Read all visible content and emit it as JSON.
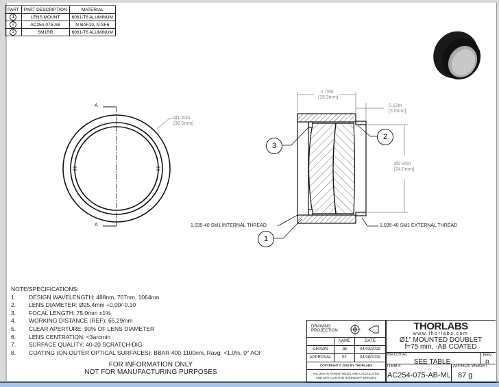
{
  "parts_table": {
    "headers": [
      "PART",
      "PART DESCRIPTION",
      "MATERIAL"
    ],
    "rows": [
      {
        "part": "1",
        "description": "LENS MOUNT",
        "material": "6061-T6 ALUMINUM"
      },
      {
        "part": "2",
        "description": "AC254-075-AB",
        "material": "N-BAF10, N-SF6"
      },
      {
        "part": "3",
        "description": "SM1RR",
        "material": "6061-T6 ALUMINUM"
      }
    ]
  },
  "front_view": {
    "section_label": "A",
    "diameter_in": "Ø1.20in",
    "diameter_mm": "[30.5mm]"
  },
  "section_view": {
    "length_in": "0.76in",
    "length_mm": "[19.3mm]",
    "thread_len_in": "0.12in",
    "thread_len_mm": "[3.0mm]",
    "clear_dia_in": "Ø0.95in",
    "clear_dia_mm": "[24.0mm]",
    "internal_thread": "1.035-40 SM1 INTERNAL THREAD",
    "external_thread": "1.035-40 SM1 EXTERNAL THREAD",
    "callouts": [
      "1",
      "2",
      "3"
    ]
  },
  "notes": {
    "title": "NOTE/SPECIFICATIONS:",
    "items": [
      {
        "n": "1.",
        "text": "DESIGN WAVELENGTH: 488nm, 707nm, 1064nm"
      },
      {
        "n": "2.",
        "text": "LENS DIAMETER: Ø25.4mm +0.00/-0.10"
      },
      {
        "n": "3.",
        "text": "FOCAL LENGTH: 75.0mm ±1%"
      },
      {
        "n": "4.",
        "text": "WORKING DISTANCE (REF): 65.29mm"
      },
      {
        "n": "5.",
        "text": "CLEAR APERTURE: 90% OF LENS DIAMETER"
      },
      {
        "n": "6.",
        "text": "LENS CENTRATION: <3arcmin"
      },
      {
        "n": "7.",
        "text": "SURFACE QUALITY: 40-20 SCRATCH-DIG"
      },
      {
        "n": "8.",
        "text": "COATING (ON OUTER OPTICAL SURFACES): BBAR 400-1100nm, Ravg: <1.0%, 0° AOI"
      }
    ],
    "disclaimer_1": "FOR INFORMATION ONLY",
    "disclaimer_2": "NOT FOR MANUFACTURING PURPOSES"
  },
  "title_block": {
    "drawing_projection": "DRAWING PROJECTION",
    "name_header": "NAME",
    "date_header": "DATE",
    "drawn_label": "DRAWN",
    "drawn_name": "JB",
    "drawn_date": "04/03/2019",
    "approval_label": "APPROVAL",
    "approval_name": "ST",
    "approval_date": "04/08/2019",
    "copyright": "COPYRIGHT © 2019 BY THORLABS",
    "values_note_1": "VALUES IN PARENTHESIS ARE CALCULATED",
    "values_note_2": "AND MAY CONTAIN ROUNDOFF ERRORS",
    "logo": "THORLABS",
    "website": "www.thorlabs.com",
    "title_1": "Ø1\" MOUNTED DOUBLET",
    "title_2": "f=75 mm, -AB COATED",
    "material_label": "MATERIAL",
    "material_value": "SEE TABLE",
    "rev_label": "REV",
    "rev_value": "B",
    "item_label": "ITEM #",
    "item_value": "AC254-075-AB-ML",
    "weight_label": "APPROX WEIGHT",
    "weight_value": "87 g"
  }
}
